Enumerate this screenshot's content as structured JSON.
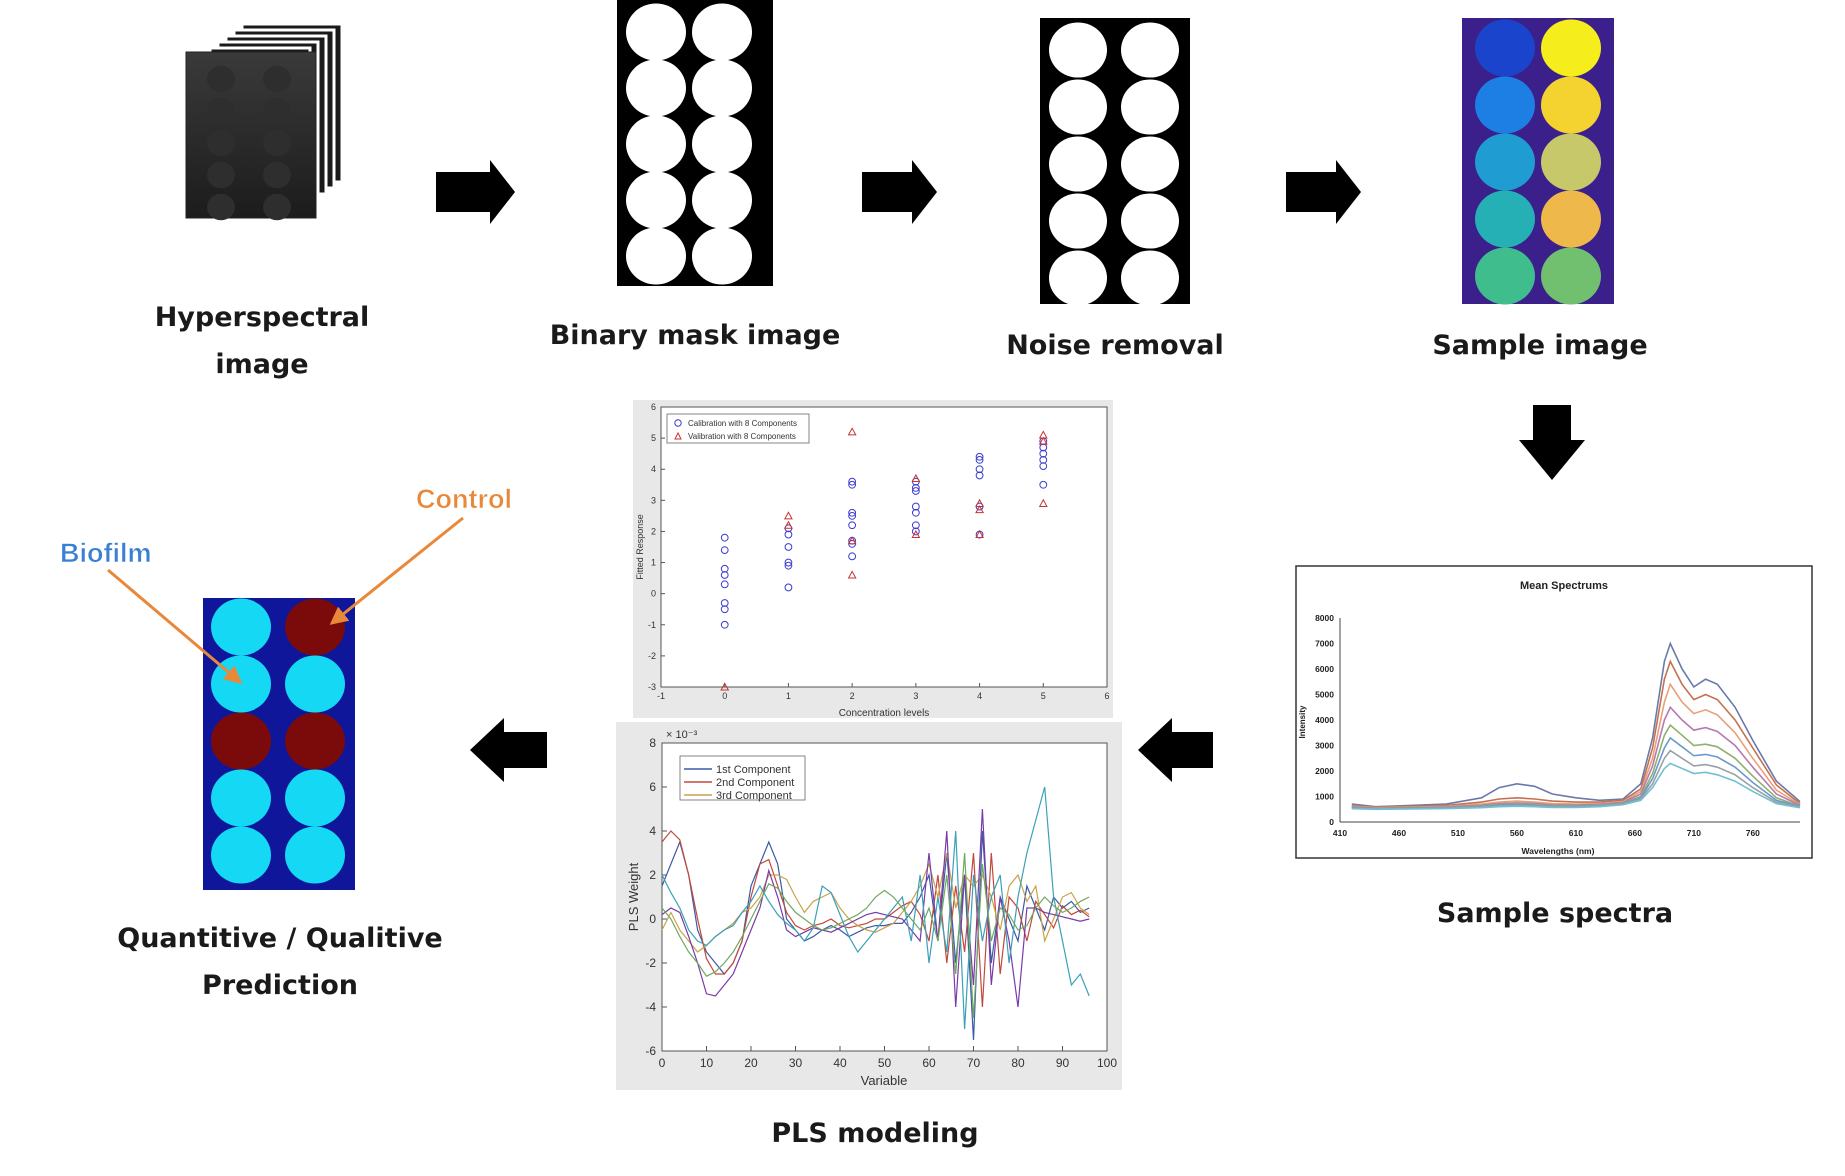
{
  "colors": {
    "sample_left": [
      "#1a44cc",
      "#1d7ee4",
      "#1f9dd2",
      "#25b0b6",
      "#3fbd8c"
    ],
    "sample_right": [
      "#f5ee1c",
      "#f4d230",
      "#c6c86a",
      "#efb84a",
      "#70c06f"
    ],
    "prediction_cyan": "#14d8f4",
    "prediction_maroon": "#7b0a0a",
    "prediction_bg": "#10169a",
    "arrow_orange": "#e8883a",
    "biofilm_label": "#3a7fd4",
    "control_label": "#e8883a"
  },
  "prediction_wells": [
    [
      "cyan",
      "maroon"
    ],
    [
      "cyan",
      "cyan"
    ],
    [
      "maroon",
      "maroon"
    ],
    [
      "cyan",
      "cyan"
    ],
    [
      "cyan",
      "cyan"
    ]
  ],
  "steps": {
    "hyperspectral": [
      "Hyperspectral",
      "image"
    ],
    "binary_mask": "Binary mask image",
    "noise_removal": "Noise removal",
    "sample_image": "Sample image",
    "sample_spectra": "Sample spectra",
    "pls_modeling": "PLS modeling",
    "prediction": [
      "Quantitive / Qualitive",
      "Prediction"
    ]
  },
  "labels": {
    "biofilm": "Biofilm",
    "control": "Control"
  },
  "chart_data": [
    {
      "type": "line",
      "title": "Mean Spectrums",
      "xlabel": "Wavelengths (nm)",
      "ylabel": "Intensity",
      "x_ticks": [
        "410",
        "460",
        "510",
        "560",
        "610",
        "660",
        "710",
        "760"
      ],
      "y_ticks": [
        "0",
        "1000",
        "2000",
        "3000",
        "4000",
        "5000",
        "6000",
        "7000",
        "8000"
      ],
      "xlim": [
        410,
        800
      ],
      "ylim": [
        0,
        8000
      ],
      "x": [
        420,
        440,
        470,
        500,
        530,
        545,
        560,
        575,
        590,
        610,
        630,
        650,
        665,
        675,
        685,
        690,
        700,
        710,
        720,
        730,
        745,
        760,
        780,
        800
      ],
      "series": [
        {
          "color": "#6a7aa8",
          "values": [
            700,
            600,
            650,
            700,
            950,
            1350,
            1500,
            1400,
            1100,
            950,
            850,
            900,
            1500,
            3300,
            6300,
            7000,
            6000,
            5300,
            5600,
            5400,
            4500,
            3200,
            1600,
            800
          ]
        },
        {
          "color": "#c5704f",
          "values": [
            650,
            580,
            620,
            650,
            780,
            900,
            950,
            900,
            820,
            780,
            780,
            850,
            1300,
            2900,
            5600,
            6300,
            5400,
            4800,
            5000,
            4800,
            4000,
            2900,
            1450,
            720
          ]
        },
        {
          "color": "#e8a07a",
          "values": [
            620,
            560,
            590,
            610,
            700,
            780,
            820,
            780,
            720,
            700,
            720,
            800,
            1200,
            2500,
            4700,
            5400,
            4700,
            4250,
            4400,
            4200,
            3500,
            2500,
            1250,
            680
          ]
        },
        {
          "color": "#b77ab0",
          "values": [
            600,
            540,
            570,
            590,
            660,
            720,
            750,
            720,
            670,
            660,
            690,
            770,
            1100,
            2200,
            4000,
            4500,
            4000,
            3600,
            3700,
            3550,
            3000,
            2150,
            1100,
            650
          ]
        },
        {
          "color": "#8fb070",
          "values": [
            580,
            530,
            560,
            570,
            630,
            690,
            710,
            680,
            640,
            630,
            660,
            740,
            1000,
            1900,
            3400,
            3800,
            3400,
            3000,
            3050,
            2950,
            2500,
            1800,
            950,
            620
          ]
        },
        {
          "color": "#6a9ac8",
          "values": [
            560,
            520,
            545,
            555,
            605,
            660,
            680,
            650,
            615,
            610,
            640,
            720,
            950,
            1700,
            2900,
            3300,
            2950,
            2600,
            2650,
            2550,
            2150,
            1550,
            850,
            600
          ]
        },
        {
          "color": "#9aa0a8",
          "values": [
            540,
            510,
            530,
            540,
            580,
            630,
            650,
            625,
            595,
            590,
            620,
            700,
            900,
            1500,
            2500,
            2800,
            2500,
            2200,
            2250,
            2150,
            1850,
            1350,
            780,
            580
          ]
        },
        {
          "color": "#70c0d0",
          "values": [
            520,
            500,
            515,
            525,
            560,
            600,
            620,
            600,
            570,
            570,
            600,
            680,
            850,
            1350,
            2100,
            2300,
            2100,
            1900,
            1950,
            1850,
            1600,
            1200,
            720,
            560
          ]
        }
      ]
    },
    {
      "type": "scatter",
      "title": "",
      "xlabel": "Concentration levels",
      "ylabel": "Fitted Response",
      "x_ticks": [
        "-1",
        "0",
        "1",
        "2",
        "3",
        "4",
        "5",
        "6"
      ],
      "y_ticks": [
        "-3",
        "-2",
        "-1",
        "0",
        "1",
        "2",
        "3",
        "4",
        "5",
        "6"
      ],
      "xlim": [
        -1,
        6
      ],
      "ylim": [
        -3,
        6
      ],
      "legend": {
        "placement": "top-left"
      },
      "series": [
        {
          "name": "Calibration with 8 Components",
          "marker": "circle",
          "color": "#3b3bd0",
          "points": [
            [
              0,
              1.8
            ],
            [
              0,
              1.4
            ],
            [
              0,
              0.8
            ],
            [
              0,
              0.6
            ],
            [
              0,
              0.3
            ],
            [
              0,
              -0.3
            ],
            [
              0,
              -0.5
            ],
            [
              0,
              -1.0
            ],
            [
              1,
              2.1
            ],
            [
              1,
              1.9
            ],
            [
              1,
              1.5
            ],
            [
              1,
              1.0
            ],
            [
              1,
              0.9
            ],
            [
              1,
              0.2
            ],
            [
              2,
              3.6
            ],
            [
              2,
              3.5
            ],
            [
              2,
              2.6
            ],
            [
              2,
              2.5
            ],
            [
              2,
              2.2
            ],
            [
              2,
              1.7
            ],
            [
              2,
              1.6
            ],
            [
              2,
              1.2
            ],
            [
              3,
              3.6
            ],
            [
              3,
              3.4
            ],
            [
              3,
              3.3
            ],
            [
              3,
              2.8
            ],
            [
              3,
              2.6
            ],
            [
              3,
              2.2
            ],
            [
              3,
              2.0
            ],
            [
              4,
              4.4
            ],
            [
              4,
              4.3
            ],
            [
              4,
              4.0
            ],
            [
              4,
              3.8
            ],
            [
              4,
              2.8
            ],
            [
              4,
              1.9
            ],
            [
              5,
              4.9
            ],
            [
              5,
              4.7
            ],
            [
              5,
              4.5
            ],
            [
              5,
              4.3
            ],
            [
              5,
              4.1
            ],
            [
              5,
              3.5
            ]
          ]
        },
        {
          "name": "Valibration with 8 Components",
          "marker": "triangle",
          "color": "#c83232",
          "points": [
            [
              0,
              -3.0
            ],
            [
              1,
              2.5
            ],
            [
              1,
              2.2
            ],
            [
              2,
              5.2
            ],
            [
              2,
              1.7
            ],
            [
              2,
              0.6
            ],
            [
              3,
              3.7
            ],
            [
              3,
              1.9
            ],
            [
              4,
              2.9
            ],
            [
              4,
              2.7
            ],
            [
              4,
              1.9
            ],
            [
              5,
              5.1
            ],
            [
              5,
              4.9
            ],
            [
              5,
              2.9
            ]
          ]
        }
      ]
    },
    {
      "type": "line",
      "title": "",
      "xlabel": "Variable",
      "ylabel": "PLS Weight",
      "axis_exponent": "× 10⁻³",
      "x_ticks": [
        "0",
        "10",
        "20",
        "30",
        "40",
        "50",
        "60",
        "70",
        "80",
        "90",
        "100"
      ],
      "y_ticks": [
        "-6",
        "-4",
        "-2",
        "0",
        "2",
        "4",
        "6",
        "8"
      ],
      "xlim": [
        0,
        100
      ],
      "ylim": [
        -6,
        8
      ],
      "legend": {
        "placement": "top-left"
      },
      "x": [
        0,
        2,
        4,
        6,
        8,
        10,
        12,
        14,
        16,
        18,
        20,
        22,
        24,
        26,
        28,
        30,
        32,
        34,
        36,
        38,
        40,
        42,
        44,
        46,
        48,
        50,
        52,
        54,
        56,
        58,
        60,
        62,
        64,
        66,
        68,
        70,
        72,
        74,
        76,
        78,
        80,
        82,
        84,
        86,
        88,
        90,
        92,
        94,
        96
      ],
      "series": [
        {
          "name": "1st Component",
          "color": "#3a5aa8",
          "values": [
            1.5,
            2.5,
            3.5,
            2,
            -0.5,
            -1.5,
            -2,
            -2.5,
            -2,
            -1,
            1.5,
            2.5,
            3.5,
            2.5,
            0,
            -0.5,
            -1,
            -0.8,
            -0.5,
            -0.3,
            -0.5,
            -0.8,
            -0.6,
            -0.4,
            -0.3,
            -0.3,
            -0.2,
            -0.2,
            0.3,
            1,
            2,
            -1,
            3,
            -2,
            2,
            -5.5,
            4,
            -2,
            1,
            0,
            -1,
            1.5,
            0.5,
            -0.5,
            1,
            0.5,
            0.8,
            0.3,
            0.5
          ]
        },
        {
          "name": "2nd Component",
          "color": "#c04a3a",
          "values": [
            3.5,
            4,
            3.6,
            2,
            0,
            -1.8,
            -2.5,
            -2.5,
            -2,
            -1,
            1,
            2.5,
            2.7,
            1.5,
            0.3,
            -0.3,
            -0.5,
            -0.3,
            -0.2,
            0,
            -0.3,
            -0.4,
            -0.3,
            -0.2,
            0,
            0,
            0.3,
            0.6,
            0.8,
            0.2,
            -1,
            2,
            -2,
            1.5,
            -1.5,
            3,
            -4,
            3,
            -2.5,
            1,
            0.5,
            -1,
            0.8,
            0.2,
            -0.4,
            0.6,
            0.2,
            0.4,
            0.1
          ]
        },
        {
          "name": "3rd Component",
          "color": "#c9a24a",
          "values": [
            -0.5,
            0.3,
            -0.5,
            -1,
            -1.5,
            -1.2,
            -0.8,
            -0.5,
            -0.2,
            0.3,
            0.5,
            1,
            2,
            2,
            1.8,
            1,
            0.3,
            0.8,
            1,
            1.2,
            0.5,
            0,
            -0.3,
            -0.5,
            -0.6,
            -0.4,
            -0.2,
            0.3,
            0.8,
            1.5,
            2.5,
            1,
            3,
            0.5,
            2,
            1.5,
            2,
            1,
            -0.5,
            1.5,
            2,
            0.8,
            1.5,
            -1,
            0,
            1,
            1.2,
            0.5,
            0.2
          ]
        },
        {
          "color": "#7a3aa8",
          "values": [
            0.2,
            0.5,
            0.3,
            -0.8,
            -2,
            -3.4,
            -3.5,
            -3,
            -2.5,
            -1.5,
            -0.5,
            0.5,
            2.2,
            1,
            -0.5,
            -0.8,
            -0.6,
            -0.4,
            -0.5,
            -0.6,
            -0.4,
            -0.2,
            0,
            0.2,
            0.3,
            0.2,
            0.1,
            0,
            -0.5,
            -1,
            3,
            -1,
            4,
            -4,
            2,
            -3,
            5,
            -3,
            1,
            -1,
            -4,
            0.5,
            0.5,
            0.3,
            0.2,
            0.1,
            0,
            -0.1,
            0
          ]
        },
        {
          "color": "#3aa0b8",
          "values": [
            2,
            1.2,
            0.5,
            -0.5,
            -1,
            -1.2,
            -0.8,
            -0.5,
            -0.3,
            0.3,
            0.8,
            1.5,
            0.8,
            0.2,
            -0.2,
            -0.5,
            -1,
            -0.4,
            1.5,
            1.2,
            0.2,
            -0.8,
            -1.5,
            -1,
            -0.5,
            0,
            0.5,
            1,
            -1,
            2,
            -2,
            1,
            -1.5,
            4,
            -5,
            2,
            -1,
            1,
            2,
            -2,
            1,
            3,
            4.5,
            6,
            1,
            -1,
            -3,
            -2.5,
            -3.5
          ]
        },
        {
          "color": "#70a860",
          "values": [
            0.5,
            0,
            -0.8,
            -1.5,
            -2,
            -2.6,
            -2.4,
            -2,
            -1.5,
            -0.8,
            0,
            0.8,
            1.6,
            1.4,
            0.8,
            0.3,
            0,
            -0.3,
            -0.5,
            -0.4,
            -0.2,
            0,
            0.2,
            0.5,
            1,
            1.3,
            1,
            0.5,
            0,
            -0.5,
            0.5,
            -1,
            2,
            -2.5,
            3,
            -4.5,
            2.5,
            -1,
            0.5,
            0.2,
            -0.5,
            -0.3,
            0.5,
            1,
            0.6,
            0.3,
            0.5,
            0.8,
            1
          ]
        }
      ]
    }
  ]
}
